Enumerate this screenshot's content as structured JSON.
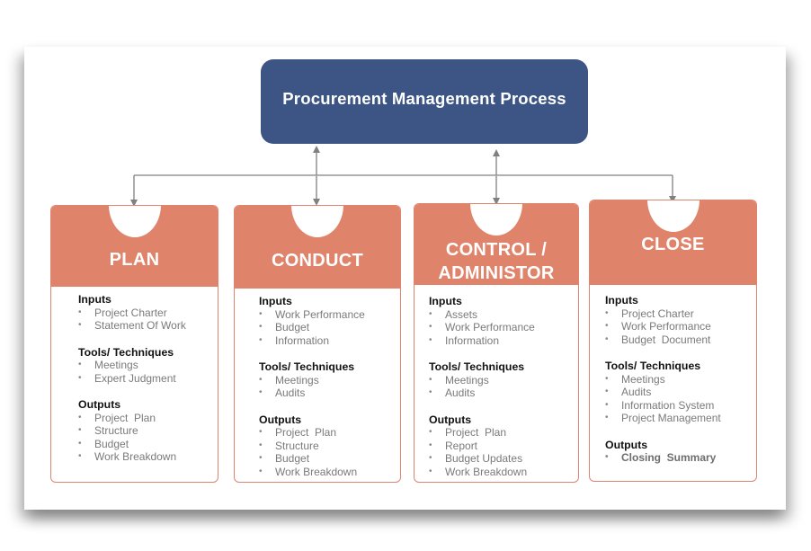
{
  "title": "Procurement Management Process",
  "colors": {
    "title_bg": "#3c5584",
    "card_header": "#df836b",
    "card_border": "#de8570",
    "connector": "#808080"
  },
  "cards": [
    {
      "title": "PLAN",
      "sections": [
        {
          "heading": "Inputs",
          "items": [
            "Project Charter",
            "Statement Of Work"
          ]
        },
        {
          "heading": "Tools/ Techniques",
          "items": [
            "Meetings",
            "Expert Judgment"
          ]
        },
        {
          "heading": "Outputs",
          "items": [
            "Project  Plan",
            "Structure",
            "Budget",
            "Work Breakdown"
          ]
        }
      ]
    },
    {
      "title": "CONDUCT",
      "sections": [
        {
          "heading": "Inputs",
          "items": [
            "Work Performance",
            "Budget",
            "Information"
          ]
        },
        {
          "heading": "Tools/ Techniques",
          "items": [
            "Meetings",
            "Audits"
          ]
        },
        {
          "heading": "Outputs",
          "items": [
            "Project  Plan",
            "Structure",
            "Budget",
            "Work Breakdown"
          ]
        }
      ]
    },
    {
      "title": "CONTROL / ADMINISTOR",
      "sections": [
        {
          "heading": "Inputs",
          "items": [
            "Assets",
            "Work Performance",
            "Information"
          ]
        },
        {
          "heading": "Tools/ Techniques",
          "items": [
            "Meetings",
            "Audits"
          ]
        },
        {
          "heading": "Outputs",
          "items": [
            "Project  Plan",
            "Report",
            "Budget Updates",
            "Work Breakdown"
          ]
        }
      ]
    },
    {
      "title": "CLOSE",
      "sections": [
        {
          "heading": "Inputs",
          "items": [
            "Project Charter",
            "Work Performance",
            "Budget  Document"
          ]
        },
        {
          "heading": "Tools/ Techniques",
          "items": [
            "Meetings",
            "Audits",
            "Information System",
            "Project Management"
          ]
        },
        {
          "heading": "Outputs",
          "items": [
            "Closing  Summary"
          ],
          "bold": true
        }
      ]
    }
  ]
}
